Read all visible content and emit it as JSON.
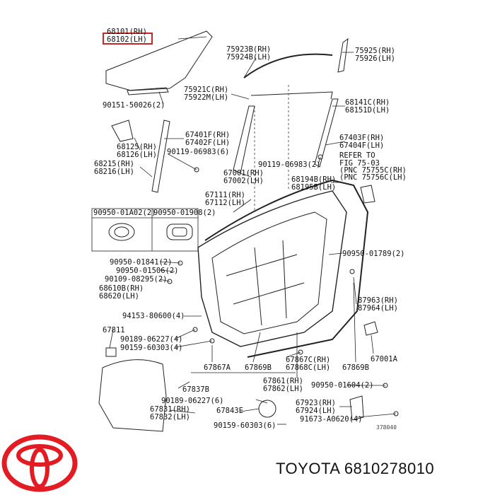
{
  "labels": [
    {
      "id": "l-68101",
      "text": "68101(RH)"
    },
    {
      "id": "l-68102",
      "text": "68102(LH)"
    },
    {
      "id": "l-75923b",
      "text": "75923B(RH)"
    },
    {
      "id": "l-75924b",
      "text": "75924B(LH)"
    },
    {
      "id": "l-75925",
      "text": "75925(RH)"
    },
    {
      "id": "l-75926",
      "text": "75926(LH)"
    },
    {
      "id": "l-75921c",
      "text": "75921C(RH)"
    },
    {
      "id": "l-75922m",
      "text": "75922M(LH)"
    },
    {
      "id": "l-90151",
      "text": "90151-50026(2)"
    },
    {
      "id": "l-68141c",
      "text": "68141C(RH)"
    },
    {
      "id": "l-68151d",
      "text": "68151D(LH)"
    },
    {
      "id": "l-67401f",
      "text": "67401F(RH)"
    },
    {
      "id": "l-67402f",
      "text": "67402F(LH)"
    },
    {
      "id": "l-68125",
      "text": "68125(RH)"
    },
    {
      "id": "l-68126",
      "text": "68126(LH)"
    },
    {
      "id": "l-90119a",
      "text": "90119-06983(6)"
    },
    {
      "id": "l-67403f",
      "text": "67403F(RH)"
    },
    {
      "id": "l-67404f",
      "text": "67404F(LH)"
    },
    {
      "id": "l-refer1",
      "text": "REFER TO"
    },
    {
      "id": "l-refer2",
      "text": "FIG 75-03"
    },
    {
      "id": "l-refer3",
      "text": "(PNC 75755C(RH)"
    },
    {
      "id": "l-refer4",
      "text": "(PNC 75756C(LH)"
    },
    {
      "id": "l-68215",
      "text": "68215(RH)"
    },
    {
      "id": "l-68216",
      "text": "68216(LH)"
    },
    {
      "id": "l-90119b",
      "text": "90119-06983(2)"
    },
    {
      "id": "l-67001",
      "text": "67001(RH)"
    },
    {
      "id": "l-67002",
      "text": "67002(LH)"
    },
    {
      "id": "l-68194b",
      "text": "68194B(RH)"
    },
    {
      "id": "l-68195b",
      "text": "68195B(LH)"
    },
    {
      "id": "l-67111",
      "text": "67111(RH)"
    },
    {
      "id": "l-67112",
      "text": "67112(LH)"
    },
    {
      "id": "l-90950-1841",
      "text": "90950-01841(2)"
    },
    {
      "id": "l-90950-1506",
      "text": "90950-01506(2)"
    },
    {
      "id": "l-90109",
      "text": "90109-08295(2)"
    },
    {
      "id": "l-68610b",
      "text": "68610B(RH)"
    },
    {
      "id": "l-68620",
      "text": "68620(LH)"
    },
    {
      "id": "l-90950-1789",
      "text": "90950-01789(2)"
    },
    {
      "id": "l-87963",
      "text": "87963(RH)"
    },
    {
      "id": "l-87964",
      "text": "87964(LH)"
    },
    {
      "id": "l-94153",
      "text": "94153-80600(4)"
    },
    {
      "id": "l-67811",
      "text": "67811"
    },
    {
      "id": "l-90189a",
      "text": "90189-06227(4)"
    },
    {
      "id": "l-90159a",
      "text": "90159-60303(4)"
    },
    {
      "id": "l-67001a",
      "text": "67001A"
    },
    {
      "id": "l-67867a",
      "text": "67867A"
    },
    {
      "id": "l-67869b1",
      "text": "67869B"
    },
    {
      "id": "l-67867c",
      "text": "67867C(RH)"
    },
    {
      "id": "l-67868c",
      "text": "67868C(LH)"
    },
    {
      "id": "l-67869b2",
      "text": "67869B"
    },
    {
      "id": "l-67861",
      "text": "67861(RH)"
    },
    {
      "id": "l-67862",
      "text": "67862(LH)"
    },
    {
      "id": "l-90950-1604",
      "text": "90950-01604(2)"
    },
    {
      "id": "l-67837b",
      "text": "67837B"
    },
    {
      "id": "l-90189b",
      "text": "90189-06227(6)"
    },
    {
      "id": "l-67923",
      "text": "67923(RH)"
    },
    {
      "id": "l-67924",
      "text": "67924(LH)"
    },
    {
      "id": "l-67831",
      "text": "67831(RH)"
    },
    {
      "id": "l-67832",
      "text": "67832(LH)"
    },
    {
      "id": "l-67843e",
      "text": "67843E"
    },
    {
      "id": "l-91673",
      "text": "91673-A0620(4)"
    },
    {
      "id": "l-90159b",
      "text": "90159-60303(6)"
    },
    {
      "id": "l-clip1",
      "text": "90950-01A02(2)"
    },
    {
      "id": "l-clip2",
      "text": "90950-01908(2)"
    },
    {
      "id": "l-fig",
      "text": "378040"
    }
  ],
  "footer": {
    "brand_text": "TOYOTA 6810278010"
  },
  "colors": {
    "highlight": "#c62828",
    "logo": "#e31b23",
    "line": "#222222"
  }
}
